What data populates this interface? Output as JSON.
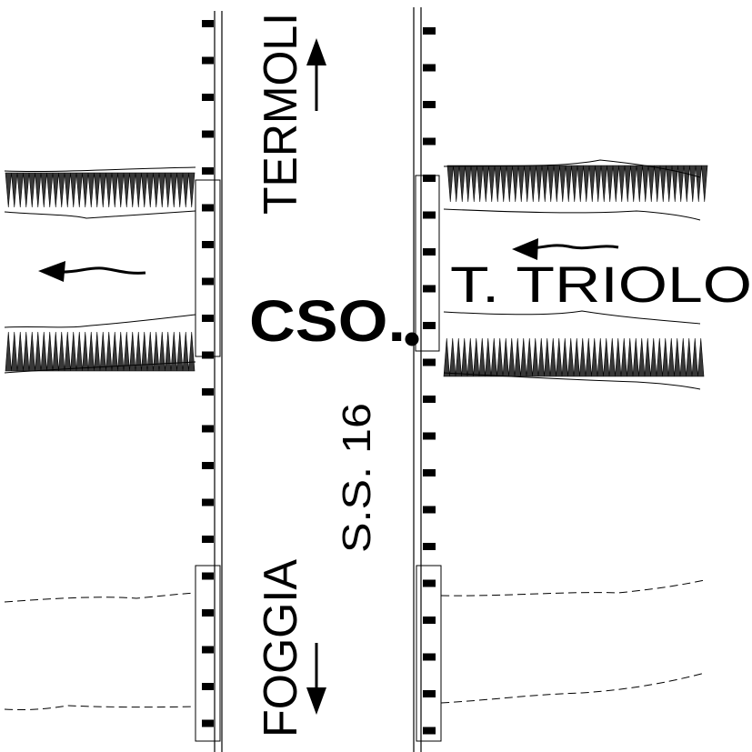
{
  "labels": {
    "north_direction": "TERMOLI",
    "south_direction": "FOGGIA",
    "road": "S.S. 16",
    "river_prefix": "CSO.",
    "river_name": "T. TRIOLO"
  },
  "colors": {
    "ink": "#000000",
    "background": "#ffffff"
  },
  "icons": {
    "north_arrow": "arrow-up-icon",
    "south_arrow": "arrow-down-icon",
    "flow_left_arrow": "arrow-left-icon",
    "flow_right_bank_arrow": "arrow-left-icon",
    "river_point": "dot-icon"
  }
}
